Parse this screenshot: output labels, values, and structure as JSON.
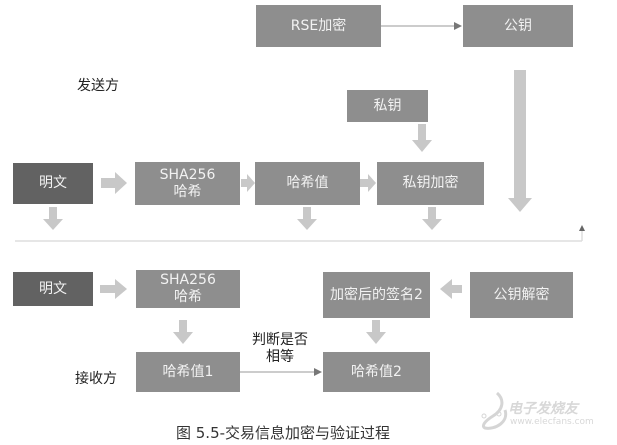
{
  "sender": {
    "label": "发送方",
    "rse": "RSE加密",
    "pubkey": "公钥",
    "privkey": "私钥",
    "plaintext": "明文",
    "sha_line1": "SHA256",
    "sha_line2": "哈希",
    "hash": "哈希值",
    "priv_encrypt": "私钥加密"
  },
  "receiver": {
    "label": "接收方",
    "plaintext": "明文",
    "sha_line1": "SHA256",
    "sha_line2": "哈希",
    "signature": "加密后的签名2",
    "pub_decrypt": "公钥解密",
    "hash1": "哈希值1",
    "hash2": "哈希值2",
    "compare_line1": "判断是否",
    "compare_line2": "相等"
  },
  "caption": "图 5.5-交易信息加密与验证过程",
  "watermark": {
    "name": "电子发烧友",
    "url": "www.elecfans.com"
  },
  "colors": {
    "box": "#8e8e8e",
    "dark_box": "#626262",
    "arrow": "#c8c8c8"
  }
}
